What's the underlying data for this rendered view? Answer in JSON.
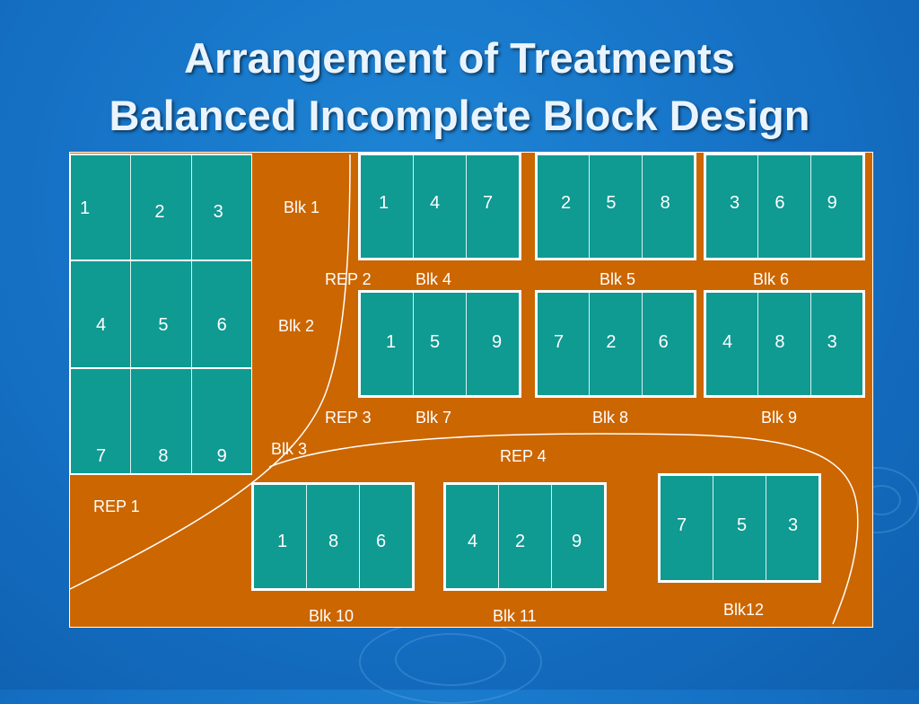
{
  "title": {
    "line1": "Arrangement of Treatments",
    "line2": "Balanced Incomplete Block Design"
  },
  "colors": {
    "field": "#cc6600",
    "plot": "#0f9a92",
    "border": "#ffffff",
    "background": "#1570c4"
  },
  "blocks": [
    {
      "label": "Blk 1",
      "treatments": [
        "1",
        "2",
        "3"
      ]
    },
    {
      "label": "Blk 2",
      "treatments": [
        "4",
        "5",
        "6"
      ]
    },
    {
      "label": "Blk 3",
      "treatments": [
        "7",
        "8",
        "9"
      ]
    },
    {
      "label": "Blk 4",
      "treatments": [
        "1",
        "4",
        "7"
      ]
    },
    {
      "label": "Blk 5",
      "treatments": [
        "2",
        "5",
        "8"
      ]
    },
    {
      "label": "Blk 6",
      "treatments": [
        "3",
        "6",
        "9"
      ]
    },
    {
      "label": "Blk 7",
      "treatments": [
        "1",
        "5",
        "9"
      ]
    },
    {
      "label": "Blk 8",
      "treatments": [
        "7",
        "2",
        "6"
      ]
    },
    {
      "label": "Blk 9",
      "treatments": [
        "4",
        "8",
        "3"
      ]
    },
    {
      "label": "Blk 10",
      "treatments": [
        "1",
        "8",
        "6"
      ]
    },
    {
      "label": "Blk 11",
      "treatments": [
        "4",
        "2",
        "9"
      ]
    },
    {
      "label": "Blk12",
      "treatments": [
        "7",
        "5",
        "3"
      ]
    }
  ],
  "replicates": [
    "REP 1",
    "REP 2",
    "REP 3",
    "REP 4"
  ]
}
